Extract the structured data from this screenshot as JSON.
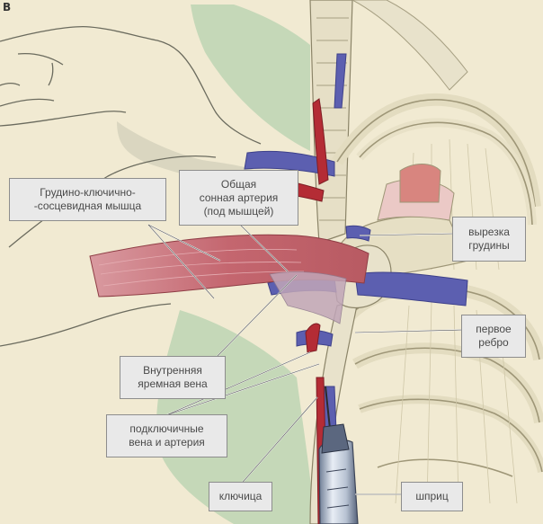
{
  "panel_letter": "B",
  "labels": {
    "scm": [
      "Грудино-ключично-",
      "-сосцевидная мышца"
    ],
    "carotid": [
      "Общая",
      "сонная артерия",
      "(под мышцей)"
    ],
    "notch": [
      "вырезка",
      "грудины"
    ],
    "first_rib": [
      "первое",
      "ребро"
    ],
    "ij_vein": [
      "Внутренняя",
      "яремная вена"
    ],
    "subclavian": [
      "подключичные",
      "вена и артерия"
    ],
    "clavicle": [
      "ключица"
    ],
    "syringe": [
      "шприц"
    ]
  },
  "colors": {
    "background": "#f1ead2",
    "skin_shadow": "#c5d8b8",
    "muscle": "#c4666f",
    "vein": "#5c5fb0",
    "artery": "#b42c35",
    "bone": "#e3dcc0",
    "label_fill": "#e9e9e9",
    "label_border": "#8d8d8d"
  }
}
